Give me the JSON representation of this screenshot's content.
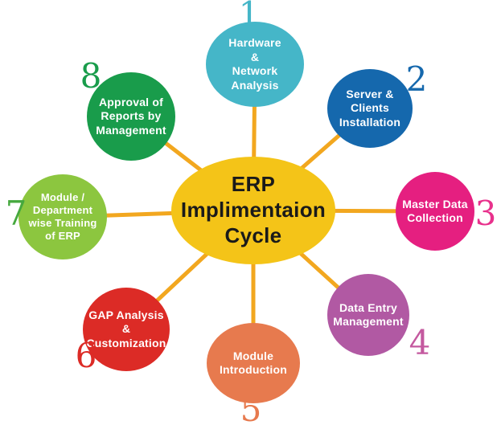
{
  "diagram": {
    "title": "ERP Implimentaion Cycle",
    "background": "#FFFFFF",
    "spoke_color": "#F2A71F",
    "hub": {
      "label": "ERP\nImplimentaion\nCycle",
      "fill": "#F4C418",
      "text_color": "#1A1A1A"
    },
    "satellites": [
      {
        "number": "1",
        "label": "Hardware\n&\nNetwork\nAnalysis",
        "fill": "#45B6C8",
        "number_color": "#45B6C8",
        "number_position": "top"
      },
      {
        "number": "2",
        "label": "Server &\nClients\nInstallation",
        "fill": "#1568AD",
        "number_color": "#1568AD",
        "number_position": "top-right"
      },
      {
        "number": "3",
        "label": "Master Data\nCollection",
        "fill": "#E51F80",
        "number_color": "#E8318C",
        "number_position": "right"
      },
      {
        "number": "4",
        "label": "Data Entry\nManagement",
        "fill": "#B159A3",
        "number_color": "#C4599F",
        "number_position": "bottom-right"
      },
      {
        "number": "5",
        "label": "Module\nIntroduction",
        "fill": "#E77A4E",
        "number_color": "#E77A4E",
        "number_position": "bottom"
      },
      {
        "number": "6",
        "label": "GAP Analysis\n&\nCustomization",
        "fill": "#DC2B26",
        "number_color": "#DC2B26",
        "number_position": "bottom-left"
      },
      {
        "number": "7",
        "label": "Module /\nDepartment\nwise Training\nof ERP",
        "fill": "#8CC63F",
        "number_color": "#45A83E",
        "number_position": "left"
      },
      {
        "number": "8",
        "label": "Approval of\nReports by\nManagement",
        "fill": "#199C4B",
        "number_color": "#199C4B",
        "number_position": "top-left"
      }
    ]
  }
}
